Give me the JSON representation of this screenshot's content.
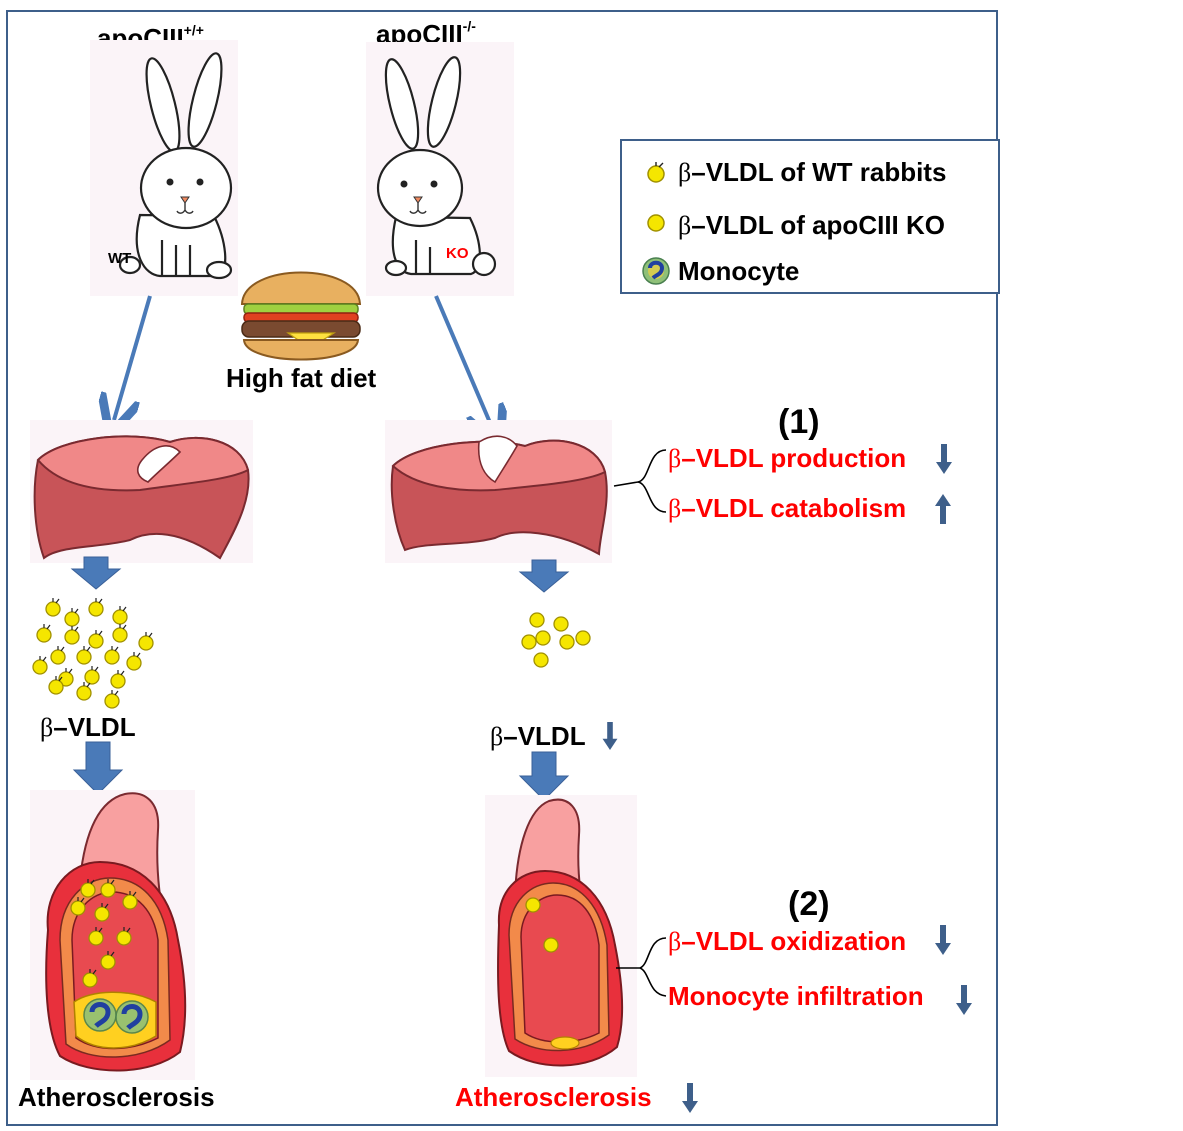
{
  "labels": {
    "wt_title": "apoCIII",
    "wt_title_sup": "+/+",
    "ko_title": "apoCIII",
    "ko_title_sup": "-/-",
    "wt_tag": "WT",
    "ko_tag": "KO",
    "diet": "High fat diet",
    "wt_vldl_greek": "β",
    "wt_vldl": "–VLDL",
    "ko_vldl_greek": "β",
    "ko_vldl": "–VLDL",
    "wt_outcome": "Atherosclerosis",
    "ko_outcome": "Atherosclerosis",
    "mech1_number": "(1)",
    "mech2_number": "(2)"
  },
  "legend": {
    "wt_particle_greek": "β",
    "wt_particle": "–VLDL of WT rabbits",
    "ko_particle_greek": "β",
    "ko_particle": "–VLDL of apoCIII KO",
    "monocyte": "Monocyte"
  },
  "mechanisms": {
    "production_greek": "β",
    "production": "–VLDL production",
    "production_trend": "down",
    "catabolism_greek": "β",
    "catabolism": "–VLDL catabolism",
    "catabolism_trend": "up",
    "oxidization_greek": "β",
    "oxidization": "–VLDL oxidization",
    "oxidization_trend": "down",
    "infiltration": "Monocyte infiltration",
    "infiltration_trend": "down",
    "ko_vldl_trend": "down",
    "ko_outcome_trend": "down"
  },
  "colors": {
    "frame": "#3e5f8a",
    "arrow": "#4a7ab8",
    "trend_arrow": "#3e5f8a",
    "highlight_text": "#ff0000",
    "particle": "#f5e600",
    "liver": "#e8787a",
    "artery": "#e8404a"
  }
}
